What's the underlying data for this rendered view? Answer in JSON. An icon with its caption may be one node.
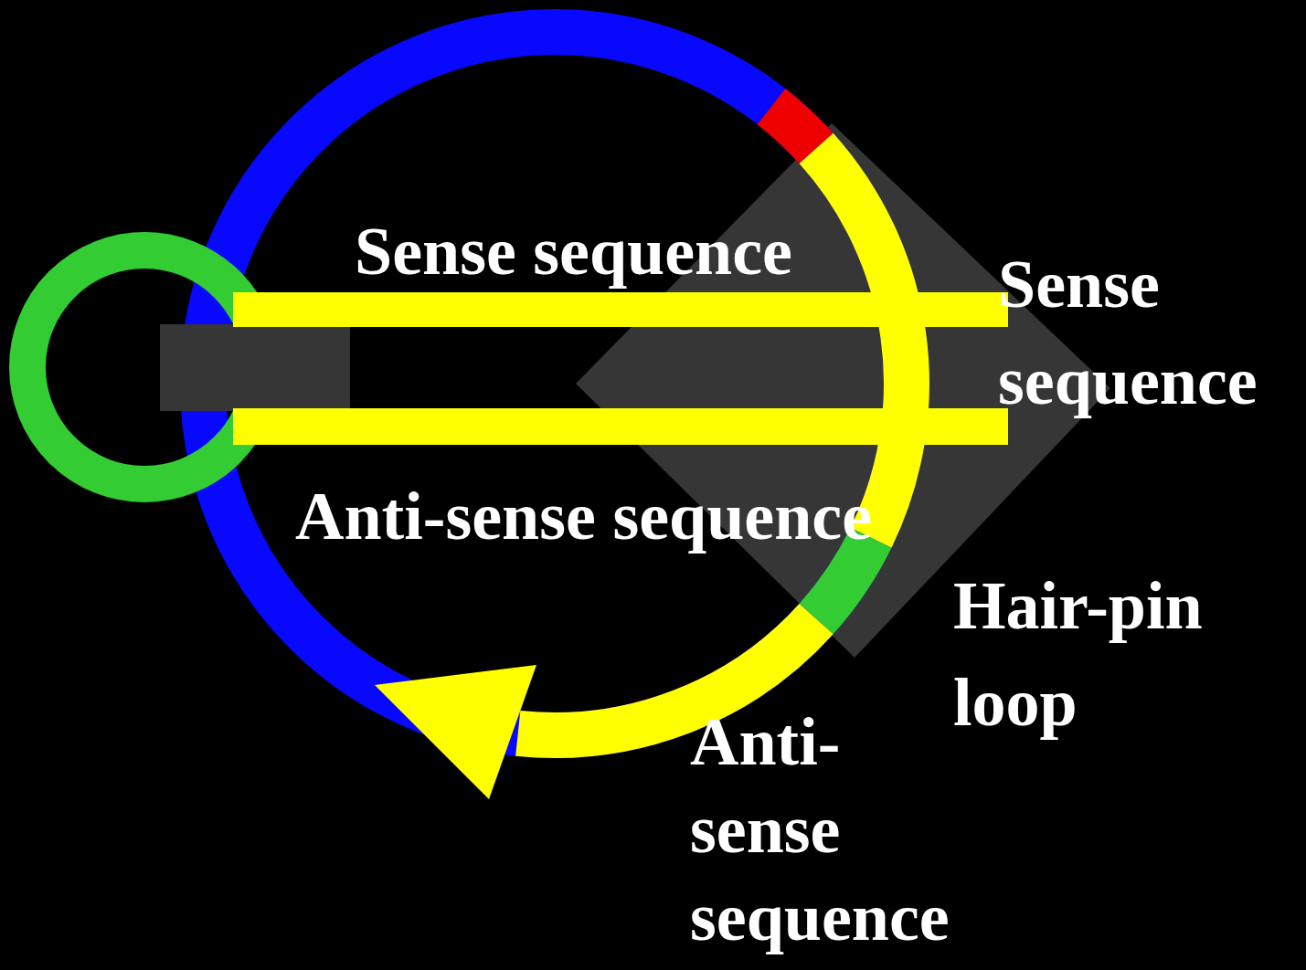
{
  "diagram": {
    "labels": [
      "Sense sequence",
      "Sense sequence",
      "Anti-sense sequence",
      "Hair-pin loop",
      "Anti-sense sequence"
    ]
  }
}
